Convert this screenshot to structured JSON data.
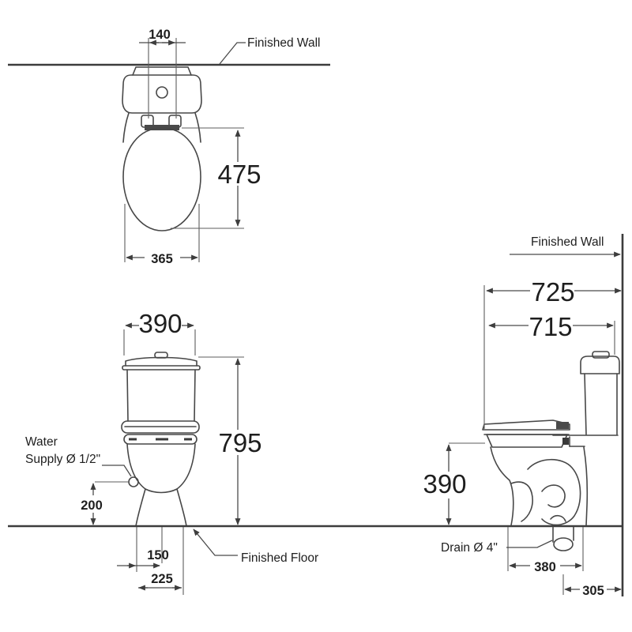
{
  "figure": {
    "description": "Two-piece close-coupled toilet installation drawing with plan, front and side views"
  },
  "labels": {
    "finished_wall_top": "Finished Wall",
    "finished_wall_side": "Finished Wall",
    "finished_floor": "Finished Floor",
    "water_line1": "Water",
    "water_line2": "Supply Ø 1/2\"",
    "drain": "Drain Ø 4\""
  },
  "dims": {
    "button_spacing": "140",
    "seat_depth": "475",
    "seat_width": "365",
    "tank_width": "390",
    "total_height": "795",
    "supply_height": "200",
    "base_offset": "150",
    "base_width": "225",
    "total_depth": "725",
    "tank_depth": "715",
    "rim_height": "390",
    "drain_to_front": "380",
    "drain_to_wall": "305"
  }
}
